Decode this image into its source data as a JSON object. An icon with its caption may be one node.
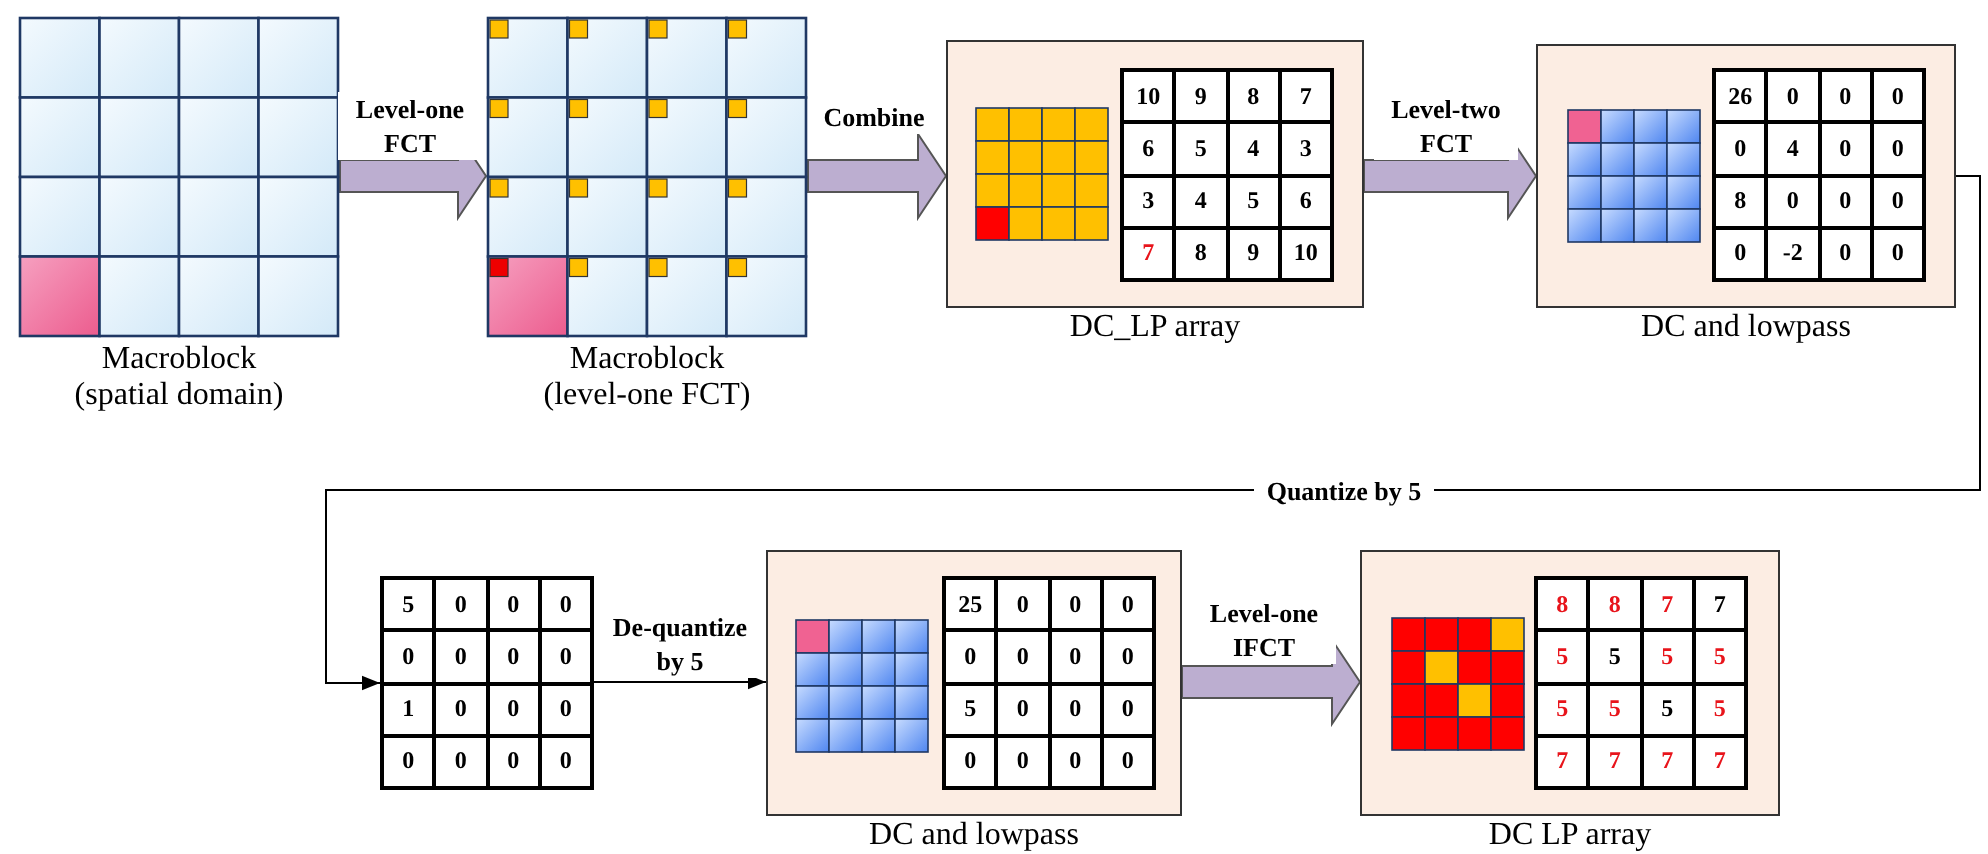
{
  "diagram": {
    "nodes": [
      {
        "text": [
          "Macroblock (spatial domain)"
        ]
      },
      {
        "text": [
          "Macroblock (level-one FCT)"
        ]
      },
      {
        "text": [
          "DC_LP array"
        ]
      },
      {
        "text": [
          "10",
          "9",
          "8",
          "7",
          "6",
          "5",
          "4",
          "3",
          "3",
          "4",
          "5",
          "6",
          "7",
          "8",
          "9",
          "10"
        ],
        "in": 2
      },
      {
        "text": [
          "DC and lowpass"
        ]
      },
      {
        "text": [
          "26",
          "0",
          "0",
          "0",
          "0",
          "4",
          "0",
          "0",
          "8",
          "0",
          "0",
          "0",
          "0",
          "-2",
          "0",
          "0"
        ],
        "in": 4
      },
      {
        "text": [
          "5",
          "0",
          "0",
          "0",
          "0",
          "0",
          "0",
          "0",
          "1",
          "0",
          "0",
          "0",
          "0",
          "0",
          "0",
          "0"
        ]
      },
      {
        "text": [
          "DC and lowpass"
        ]
      },
      {
        "text": [
          "25",
          "0",
          "0",
          "0",
          "0",
          "0",
          "0",
          "0",
          "5",
          "0",
          "0",
          "0",
          "0",
          "0",
          "0",
          "0"
        ],
        "in": 7
      },
      {
        "text": [
          "DC LP array"
        ]
      },
      {
        "text": [
          "8",
          "8",
          "7",
          "7",
          "5",
          "5",
          "5",
          "5",
          "5",
          "5",
          "5",
          "5",
          "7",
          "7",
          "7",
          "7"
        ],
        "in": 9
      }
    ],
    "edges": [
      {
        "from": 0,
        "to": 1,
        "arrow": "to",
        "label": "Level-one FCT",
        "style": "thick",
        "color": "#bcaed0"
      },
      {
        "from": 1,
        "to": 2,
        "arrow": "to",
        "label": "Combine",
        "style": "thick",
        "color": "#bcaed0"
      },
      {
        "from": 2,
        "to": 4,
        "arrow": "to",
        "label": "Level-two FCT",
        "style": "thick",
        "color": "#bcaed0"
      },
      {
        "from": 4,
        "to": 6,
        "arrow": "to",
        "label": "Quantize by 5"
      },
      {
        "from": 6,
        "to": 7,
        "arrow": "to",
        "label": "De-quantize by 5"
      },
      {
        "from": 7,
        "to": 9,
        "arrow": "to",
        "label": "Level-one IFCT",
        "style": "thick",
        "color": "#bcaed0"
      }
    ]
  }
}
